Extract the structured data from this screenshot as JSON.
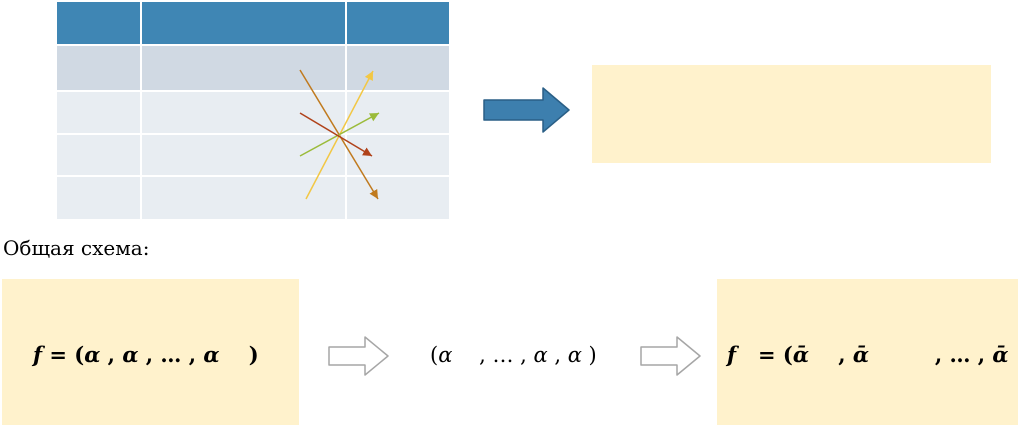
{
  "heading": "Общая схема:",
  "table": {
    "header_color": "#3f86b4",
    "row_color_first": "#d0d9e3",
    "row_color_body": "#e8edf2"
  },
  "crossing_lines": [
    {
      "name": "brown-line-down",
      "color": "#c07a1e"
    },
    {
      "name": "gold-line-up",
      "color": "#f2c744"
    },
    {
      "name": "green-line-up",
      "color": "#9bbb3a"
    },
    {
      "name": "red-line-down",
      "color": "#b0421a"
    }
  ],
  "big_arrow_color": "#3d7fae",
  "box_color": "#fff2cc",
  "formulas": {
    "left": {
      "f": "f",
      "eq": " = (",
      "a1": "α",
      "sep1": " , ",
      "a2": "α",
      "sep2": " , … , ",
      "a3": "α",
      "close": "    )"
    },
    "middle": {
      "open": "(",
      "a1": "α",
      "sep1": "    , … , ",
      "a2": "α",
      "sep2": " , ",
      "a3": "α",
      "close": " )"
    },
    "right": {
      "f": "f",
      "eq": "   = (",
      "a1": "ᾱ",
      "sep1": "    , ",
      "a2": "ᾱ",
      "sep2": "         , … , ",
      "a3": "ᾱ",
      "close": "  )"
    }
  }
}
